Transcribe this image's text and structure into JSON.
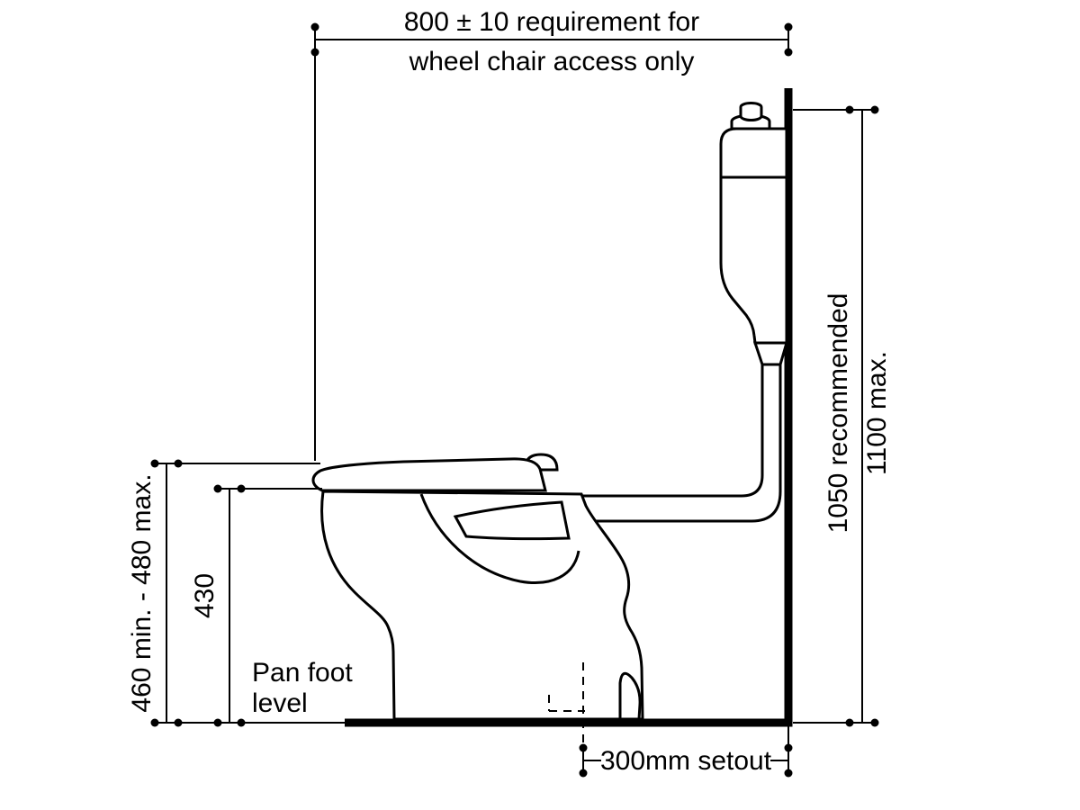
{
  "diagram": {
    "colors": {
      "line": "#000000",
      "background": "#ffffff"
    },
    "dimensions": {
      "top": {
        "line1": "800 ± 10 requirement for",
        "line2": "wheel chair access only"
      },
      "right": {
        "line1": "1050 recommended",
        "line2": "1100 max."
      },
      "left_outer": {
        "label": "460 min. - 480 max."
      },
      "left_inner": {
        "label": "430"
      },
      "bottom": {
        "label": "300mm setout"
      },
      "pan_foot": {
        "line1": "Pan foot",
        "line2": "level"
      }
    }
  }
}
